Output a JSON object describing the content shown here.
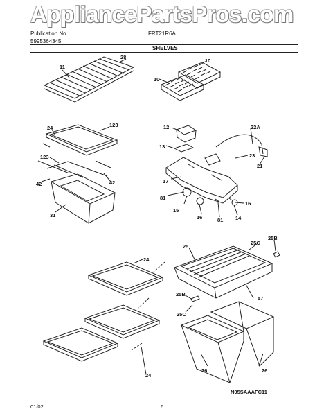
{
  "watermark": "AppliancePartsPros.com",
  "header": {
    "publication_label": "Publication No.",
    "publication_number": "5995364345",
    "model": "FRT21R6A",
    "section_title": "SHELVES"
  },
  "callouts": {
    "wire_shelf": "11",
    "shelf_screw": "28",
    "ice_tray_top": "10",
    "ice_tray_left": "10",
    "glass_shelf_left": "24",
    "shelf_rail_top": "123",
    "shelf_rail_left": "123",
    "shelf_bracket_left": "42",
    "shelf_bracket_right": "42",
    "pan": "31",
    "ice_bin": "12",
    "cover": "13",
    "tube": "22A",
    "thermostat": "23",
    "control_housing": "17",
    "knob_clip": "21",
    "screw_left": "81",
    "screw_bottom": "81",
    "knob": "15",
    "screw_16a": "16",
    "screw_16b": "16",
    "lamp": "14",
    "glass_shelf_mid": "24",
    "glass_shelf_low": "24",
    "crisper_cover": "25",
    "bracket_25c_top": "25C",
    "bracket_25b_top": "25B",
    "glass_insert": "47",
    "bracket_25b_left": "25B",
    "bracket_25c_left": "25C",
    "crisper_left": "26",
    "crisper_right": "26"
  },
  "footer": {
    "date": "01/02",
    "page": "6",
    "diagram_code": "N05SAAAFC11"
  }
}
